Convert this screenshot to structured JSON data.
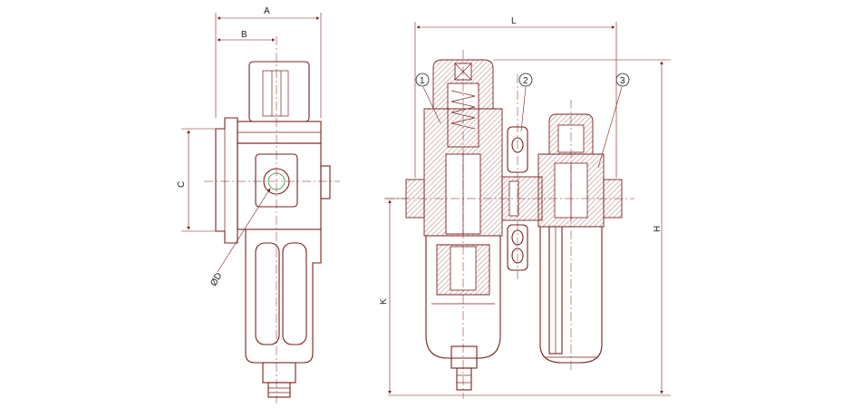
{
  "dimensions": {
    "A": "A",
    "B": "B",
    "C": "C",
    "D": "ØD",
    "L": "L",
    "H": "H",
    "K": "K"
  },
  "balloons": [
    "1",
    "2",
    "3"
  ],
  "colors": {
    "line": "#7a1f1f",
    "text": "#222222",
    "accent": "#2a8a2a"
  }
}
